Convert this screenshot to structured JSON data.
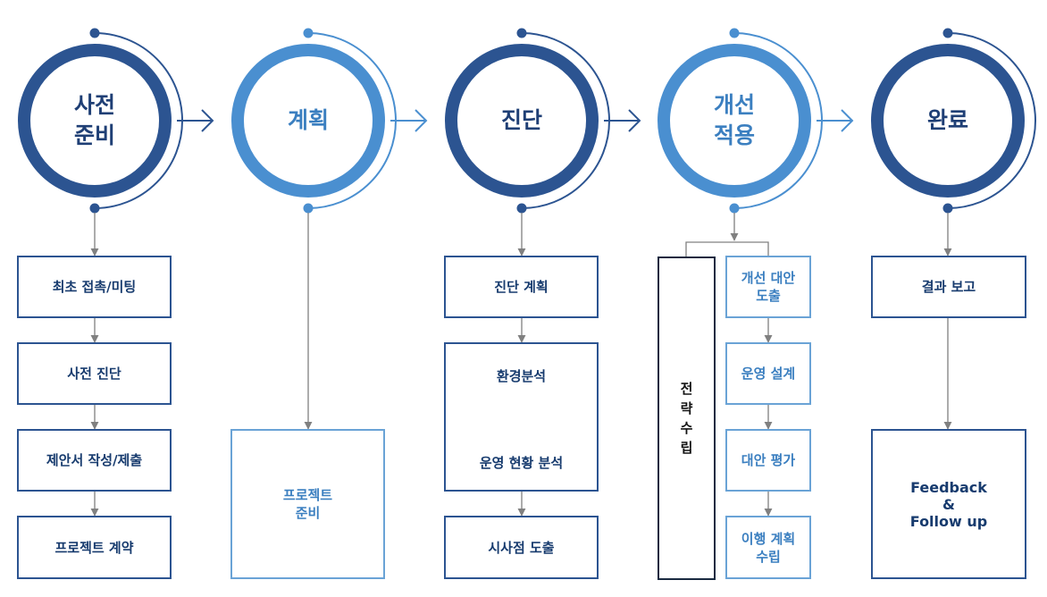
{
  "stages": [
    {
      "id": "prep",
      "label": "사전\n준비"
    },
    {
      "id": "plan",
      "label": "계획"
    },
    {
      "id": "diag",
      "label": "진단"
    },
    {
      "id": "improve",
      "label": "개선\n적용"
    },
    {
      "id": "done",
      "label": "완료"
    }
  ],
  "boxes": {
    "prep_1": "최초 접촉/미팅",
    "prep_2": "사전 진단",
    "prep_3": "제안서 작성/제출",
    "prep_4": "프로젝트 계약",
    "plan_1": "프로젝트\n준비",
    "diag_1": "진단 계획",
    "diag_2a": "환경분석",
    "diag_2b": "운영 현황 분석",
    "diag_3": "시사점 도출",
    "improve_strategy": "전\n략\n수\n립",
    "improve_1": "개선 대안\n도출",
    "improve_2": "운영 설계",
    "improve_3": "대안 평가",
    "improve_4": "이행 계획\n수립",
    "done_1": "결과 보고",
    "done_2": "Feedback\n&\nFollow up"
  },
  "colors": {
    "dark": "#2c5491",
    "light": "#4a8fd0",
    "arrow": "#808080"
  }
}
